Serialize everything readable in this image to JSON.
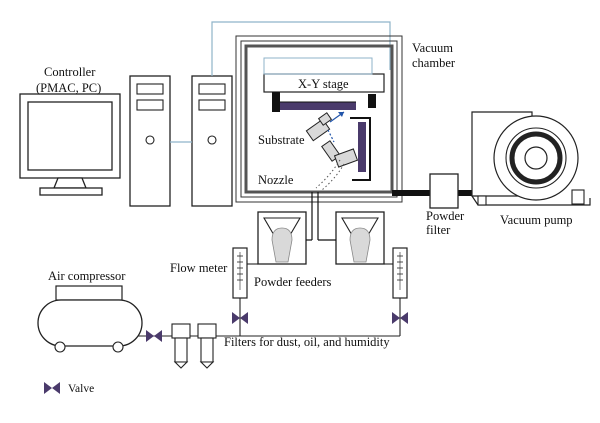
{
  "labels": {
    "controller_line1": "Controller",
    "controller_line2": "(PMAC, PC)",
    "vacuum_line1": "Vacuum",
    "vacuum_line2": "chamber",
    "xy_stage": "X-Y stage",
    "substrate": "Substrate",
    "nozzle": "Nozzle",
    "powder_filter_line1": "Powder",
    "powder_filter_line2": "filter",
    "vacuum_pump": "Vacuum pump",
    "flow_meter": "Flow meter",
    "powder_feeders": "Powder feeders",
    "air_compressor": "Air compressor",
    "filters": "Filters for dust, oil, and humidity",
    "valve_legend": "Valve"
  },
  "colors": {
    "line": "#222222",
    "cable": "#8fb3c9",
    "gray_fill": "#d9d9d9",
    "purple": "#4a3a6b",
    "pipe": "#111111"
  }
}
